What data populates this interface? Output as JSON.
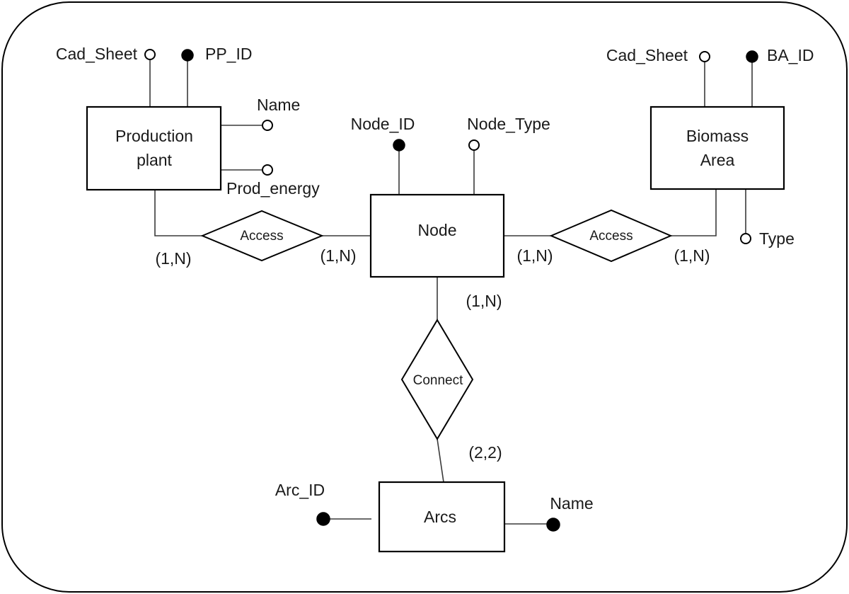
{
  "entities": {
    "production_plant": {
      "line1": "Production",
      "line2": "plant"
    },
    "node": {
      "label": "Node"
    },
    "biomass_area": {
      "line1": "Biomass",
      "line2": "Area"
    },
    "arcs": {
      "label": "Arcs"
    }
  },
  "relationships": {
    "access_left": "Access",
    "access_right": "Access",
    "connect": "Connect"
  },
  "attributes": {
    "pp_cad_sheet": "Cad_Sheet",
    "pp_id": "PP_ID",
    "pp_name": "Name",
    "pp_prod_energy": "Prod_energy",
    "node_id": "Node_ID",
    "node_type": "Node_Type",
    "ba_cad_sheet": "Cad_Sheet",
    "ba_id": "BA_ID",
    "ba_type": "Type",
    "arc_id": "Arc_ID",
    "arc_name": "Name"
  },
  "cardinalities": {
    "pp_access": "(1,N)",
    "node_access_left": "(1,N)",
    "node_access_right": "(1,N)",
    "ba_access": "(1,N)",
    "node_connect": "(1,N)",
    "arcs_connect": "(2,2)"
  }
}
